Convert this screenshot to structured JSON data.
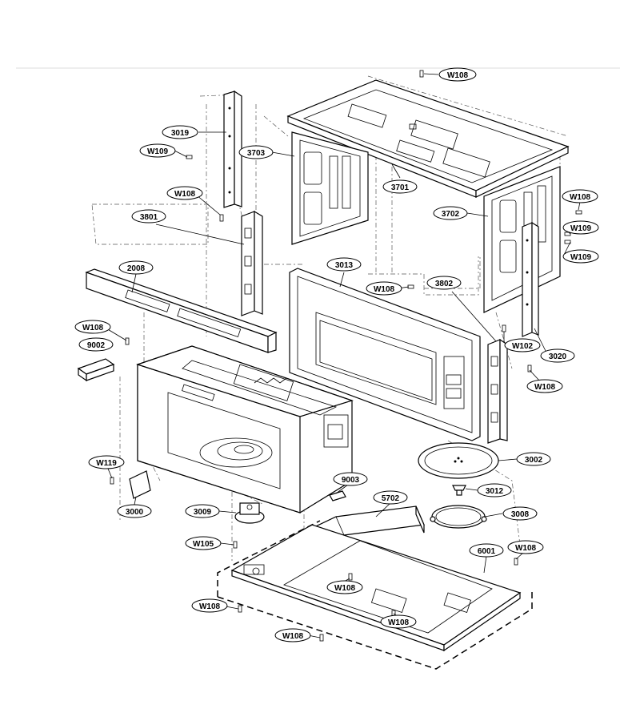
{
  "diagram": {
    "callouts": [
      {
        "id": "c-w108-top",
        "label": "W108"
      },
      {
        "id": "c-3019",
        "label": "3019"
      },
      {
        "id": "c-w109-left",
        "label": "W109"
      },
      {
        "id": "c-3703",
        "label": "3703"
      },
      {
        "id": "c-3701",
        "label": "3701"
      },
      {
        "id": "c-w108-left",
        "label": "W108"
      },
      {
        "id": "c-3801",
        "label": "3801"
      },
      {
        "id": "c-3702",
        "label": "3702"
      },
      {
        "id": "c-w108-right",
        "label": "W108"
      },
      {
        "id": "c-w109-right1",
        "label": "W109"
      },
      {
        "id": "c-w109-right2",
        "label": "W109"
      },
      {
        "id": "c-2008",
        "label": "2008"
      },
      {
        "id": "c-3013",
        "label": "3013"
      },
      {
        "id": "c-w108-mid",
        "label": "W108"
      },
      {
        "id": "c-3802",
        "label": "3802"
      },
      {
        "id": "c-w108-left2",
        "label": "W108"
      },
      {
        "id": "c-9002",
        "label": "9002"
      },
      {
        "id": "c-w102",
        "label": "W102"
      },
      {
        "id": "c-3020",
        "label": "3020"
      },
      {
        "id": "c-w108-right2",
        "label": "W108"
      },
      {
        "id": "c-3002",
        "label": "3002"
      },
      {
        "id": "c-w119",
        "label": "W119"
      },
      {
        "id": "c-9003",
        "label": "9003"
      },
      {
        "id": "c-3012",
        "label": "3012"
      },
      {
        "id": "c-5702",
        "label": "5702"
      },
      {
        "id": "c-3000",
        "label": "3000"
      },
      {
        "id": "c-3009",
        "label": "3009"
      },
      {
        "id": "c-3008",
        "label": "3008"
      },
      {
        "id": "c-w105",
        "label": "W105"
      },
      {
        "id": "c-6001",
        "label": "6001"
      },
      {
        "id": "c-w108-br",
        "label": "W108"
      },
      {
        "id": "c-w108-base",
        "label": "W108"
      },
      {
        "id": "c-w108-bl",
        "label": "W108"
      },
      {
        "id": "c-w108-base2",
        "label": "W108"
      },
      {
        "id": "c-w108-bottom",
        "label": "W108"
      }
    ]
  }
}
